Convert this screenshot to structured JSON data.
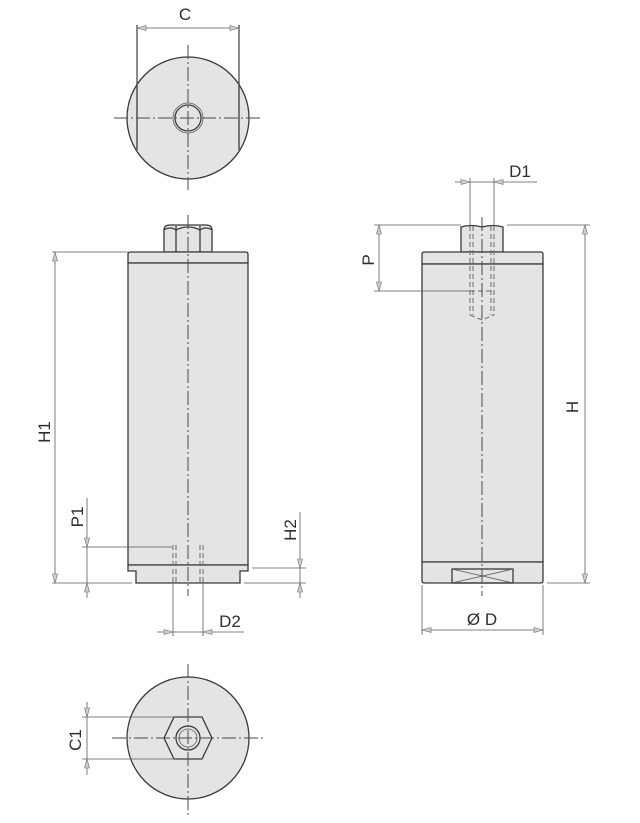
{
  "figure": {
    "type": "technical-drawing",
    "subject": "cylindrical part with hex nut top and threaded bores",
    "views": [
      "top-view",
      "front-view-left",
      "front-view-right",
      "bottom-view"
    ]
  },
  "dimensions": {
    "C": "C",
    "C1": "C1",
    "H": "H",
    "H1": "H1",
    "H2": "H2",
    "P": "P",
    "P1": "P1",
    "D": "Ø D",
    "D1": "D1",
    "D2": "D2"
  },
  "colors": {
    "body_fill": "#e4e4e4",
    "outline": "#3a3a3a",
    "dimension_line": "#5a5a5a"
  }
}
